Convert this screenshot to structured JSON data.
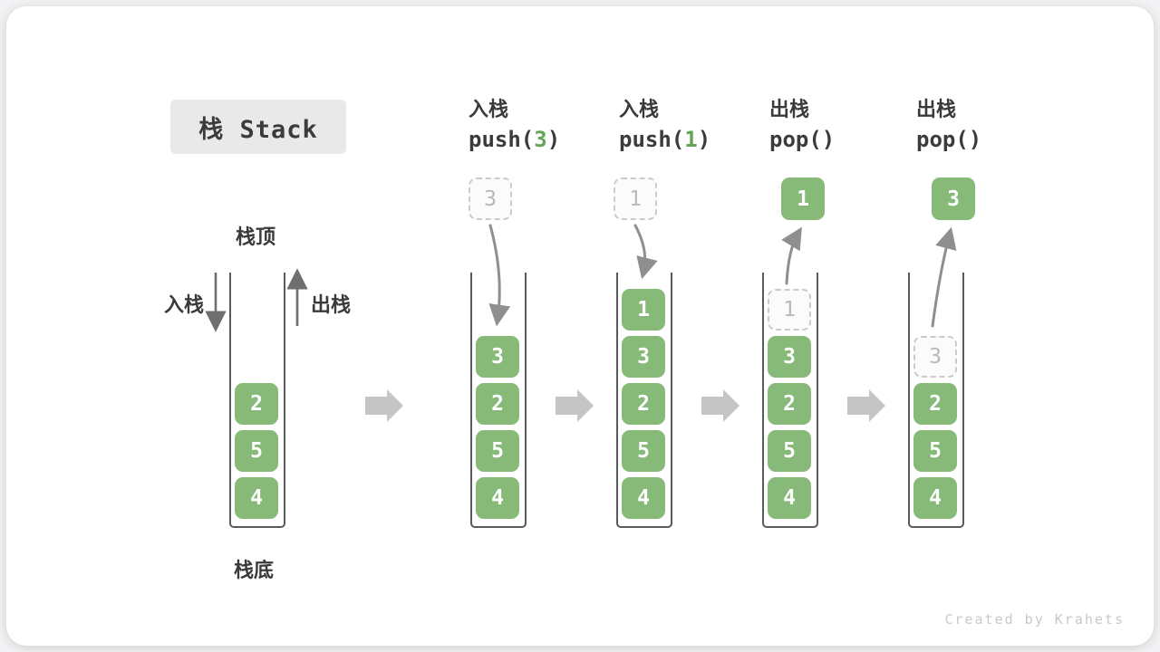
{
  "page": {
    "title_badge": "栈 Stack",
    "watermark": "Created by Krahets"
  },
  "first_stack": {
    "top_label": "栈顶",
    "bottom_label": "栈底",
    "push_label": "入栈",
    "pop_label": "出栈"
  },
  "operations": [
    {
      "label": "入栈",
      "code_pre": "push(",
      "code_arg": "3",
      "code_post": ")",
      "floating_value": "3",
      "floating_style": "ghost"
    },
    {
      "label": "入栈",
      "code_pre": "push(",
      "code_arg": "1",
      "code_post": ")",
      "floating_value": "1",
      "floating_style": "ghost"
    },
    {
      "label": "出栈",
      "code_pre": "pop(",
      "code_arg": "",
      "code_post": ")",
      "floating_value": "1",
      "floating_style": "solid"
    },
    {
      "label": "出栈",
      "code_pre": "pop(",
      "code_arg": "",
      "code_post": ")",
      "floating_value": "3",
      "floating_style": "solid"
    }
  ],
  "stacks": [
    {
      "blocks": [
        {
          "value": "2"
        },
        {
          "value": "5"
        },
        {
          "value": "4"
        }
      ]
    },
    {
      "blocks": [
        {
          "value": "3"
        },
        {
          "value": "2"
        },
        {
          "value": "5"
        },
        {
          "value": "4"
        }
      ]
    },
    {
      "blocks": [
        {
          "value": "1"
        },
        {
          "value": "3"
        },
        {
          "value": "2"
        },
        {
          "value": "5"
        },
        {
          "value": "4"
        }
      ]
    },
    {
      "blocks": [
        {
          "value": "1",
          "ghost": true
        },
        {
          "value": "3"
        },
        {
          "value": "2"
        },
        {
          "value": "5"
        },
        {
          "value": "4"
        }
      ]
    },
    {
      "blocks": [
        {
          "value": "3",
          "ghost": true
        },
        {
          "value": "2"
        },
        {
          "value": "5"
        },
        {
          "value": "4"
        }
      ]
    }
  ],
  "colors": {
    "block_green": "#87ba78",
    "code_arg_green": "#64a455",
    "ghost_gray": "#cbcbcb",
    "frame_gray": "#595a5c",
    "arrow_gray": "#8f8f8f",
    "big_arrow_gray": "#c5c5c5",
    "badge_bg": "#e9e9e9",
    "text_dark": "#3a3a3a"
  }
}
